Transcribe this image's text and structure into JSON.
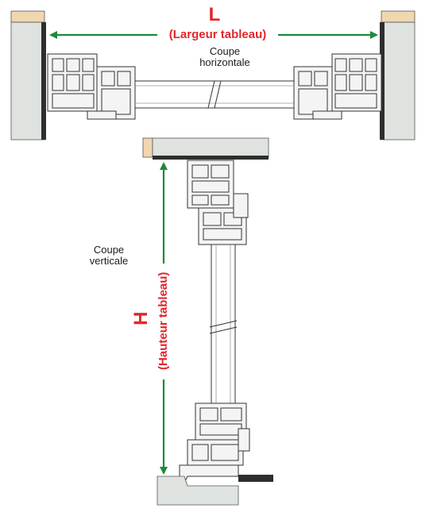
{
  "width_dimension": {
    "letter": "L",
    "caption": "(Largeur tableau)"
  },
  "height_dimension": {
    "letter": "H",
    "caption": "(Hauteur tableau)"
  },
  "section_labels": {
    "horizontal": [
      "Coupe",
      "horizontale"
    ],
    "vertical": [
      "Coupe",
      "verticale"
    ]
  },
  "colors": {
    "accent_red": "#e1262b",
    "arrow_green": "#1b8a3c",
    "wall_grey": "#dfe3e0",
    "dark_jamb": "#2e2e2e",
    "wood_trim": "#f1d7b0",
    "profile_fill": "#f4f4f4",
    "outline": "#333333"
  }
}
